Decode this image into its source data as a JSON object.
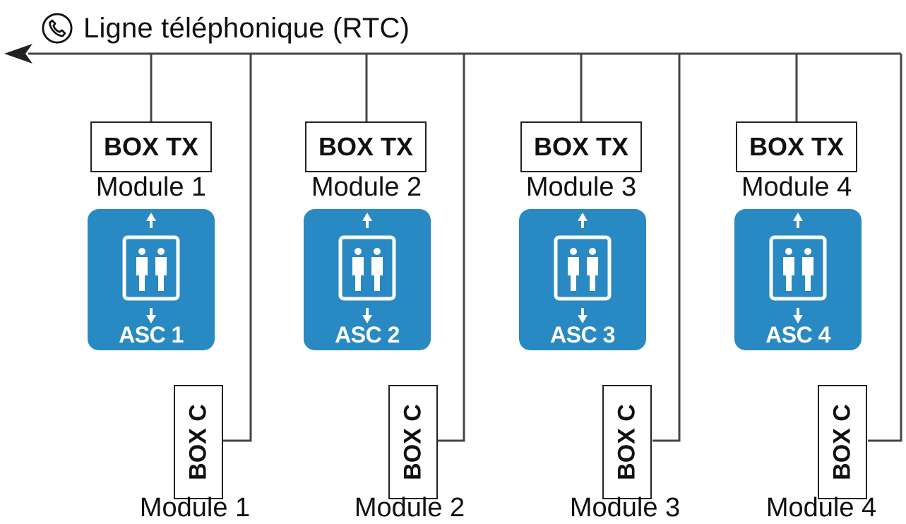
{
  "line": {
    "label": "Ligne téléphonique (RTC)",
    "icon": "phone-icon",
    "color": "#444444"
  },
  "modules": [
    {
      "box_tx": "BOX TX",
      "module_label": "Module 1",
      "elevator": "ASC 1",
      "box_c": "BOX C",
      "box_c_module": "Module 1"
    },
    {
      "box_tx": "BOX TX",
      "module_label": "Module 2",
      "elevator": "ASC 2",
      "box_c": "BOX C",
      "box_c_module": "Module 2"
    },
    {
      "box_tx": "BOX TX",
      "module_label": "Module 3",
      "elevator": "ASC 3",
      "box_c": "BOX C",
      "box_c_module": "Module 3"
    },
    {
      "box_tx": "BOX TX",
      "module_label": "Module 4",
      "elevator": "ASC 4",
      "box_c": "BOX C",
      "box_c_module": "Module 4"
    }
  ],
  "colors": {
    "elevator_tile": "#2989c2",
    "icon": "#ffffff",
    "border": "#222222"
  },
  "icons": {
    "elevator": "elevator-icon",
    "up": "arrow-up-icon",
    "down": "arrow-down-icon"
  }
}
